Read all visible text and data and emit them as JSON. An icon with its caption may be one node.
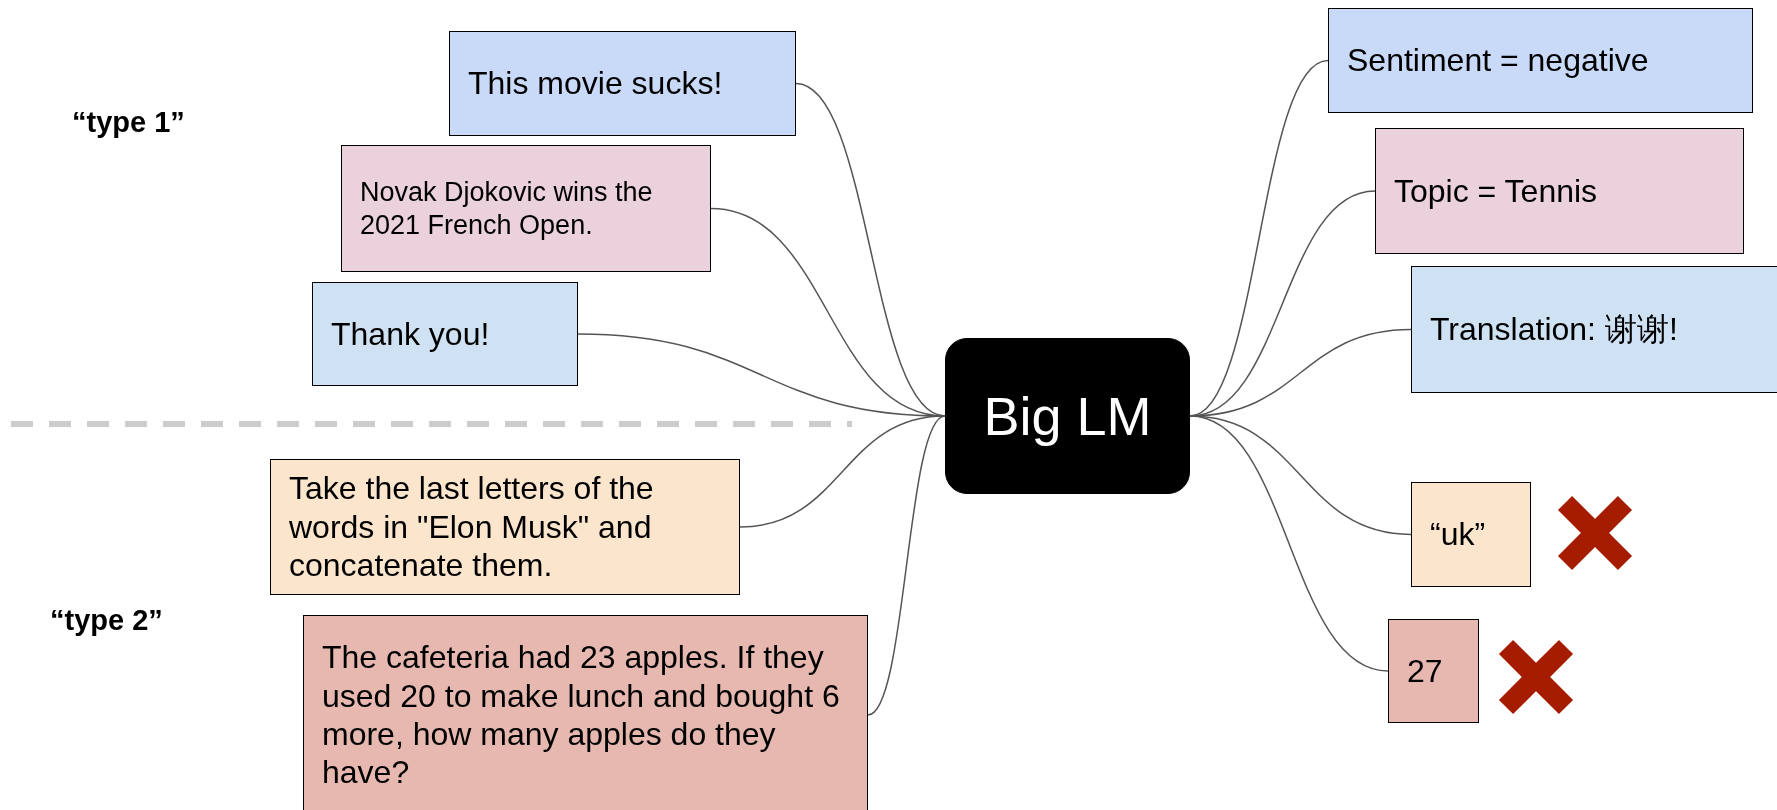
{
  "diagram": {
    "nodes": [
      {
        "text": [
          "This movie sucks!"
        ]
      },
      {
        "text": [
          "Novak Djokovic wins the 2021 French Open."
        ]
      },
      {
        "text": [
          "Thank you!"
        ]
      },
      {
        "text": [
          "Take the last letters of the words in \"Elon Musk\" and concatenate them."
        ]
      },
      {
        "text": [
          "The cafeteria had 23 apples. If they used 20 to make lunch and bought 6 more, how many apples do they have?"
        ]
      },
      {
        "text": [
          "Big LM"
        ]
      },
      {
        "text": [
          "Sentiment = negative"
        ]
      },
      {
        "text": [
          "Topic = Tennis"
        ]
      },
      {
        "text": [
          "Translation: 谢谢!"
        ]
      },
      {
        "text": [
          "“uk”"
        ]
      },
      {
        "text": [
          "27"
        ]
      }
    ],
    "edges": [
      {
        "from": 0,
        "to": 5,
        "arrow": "none"
      },
      {
        "from": 1,
        "to": 5,
        "arrow": "none"
      },
      {
        "from": 2,
        "to": 5,
        "arrow": "none"
      },
      {
        "from": 3,
        "to": 5,
        "arrow": "none"
      },
      {
        "from": 4,
        "to": 5,
        "arrow": "none"
      },
      {
        "from": 5,
        "to": 6,
        "arrow": "none"
      },
      {
        "from": 5,
        "to": 7,
        "arrow": "none"
      },
      {
        "from": 5,
        "to": 8,
        "arrow": "none"
      },
      {
        "from": 5,
        "to": 9,
        "arrow": "none"
      },
      {
        "from": 5,
        "to": 10,
        "arrow": "none"
      }
    ],
    "labels": [
      "“type 1”",
      "“type 2”"
    ]
  }
}
